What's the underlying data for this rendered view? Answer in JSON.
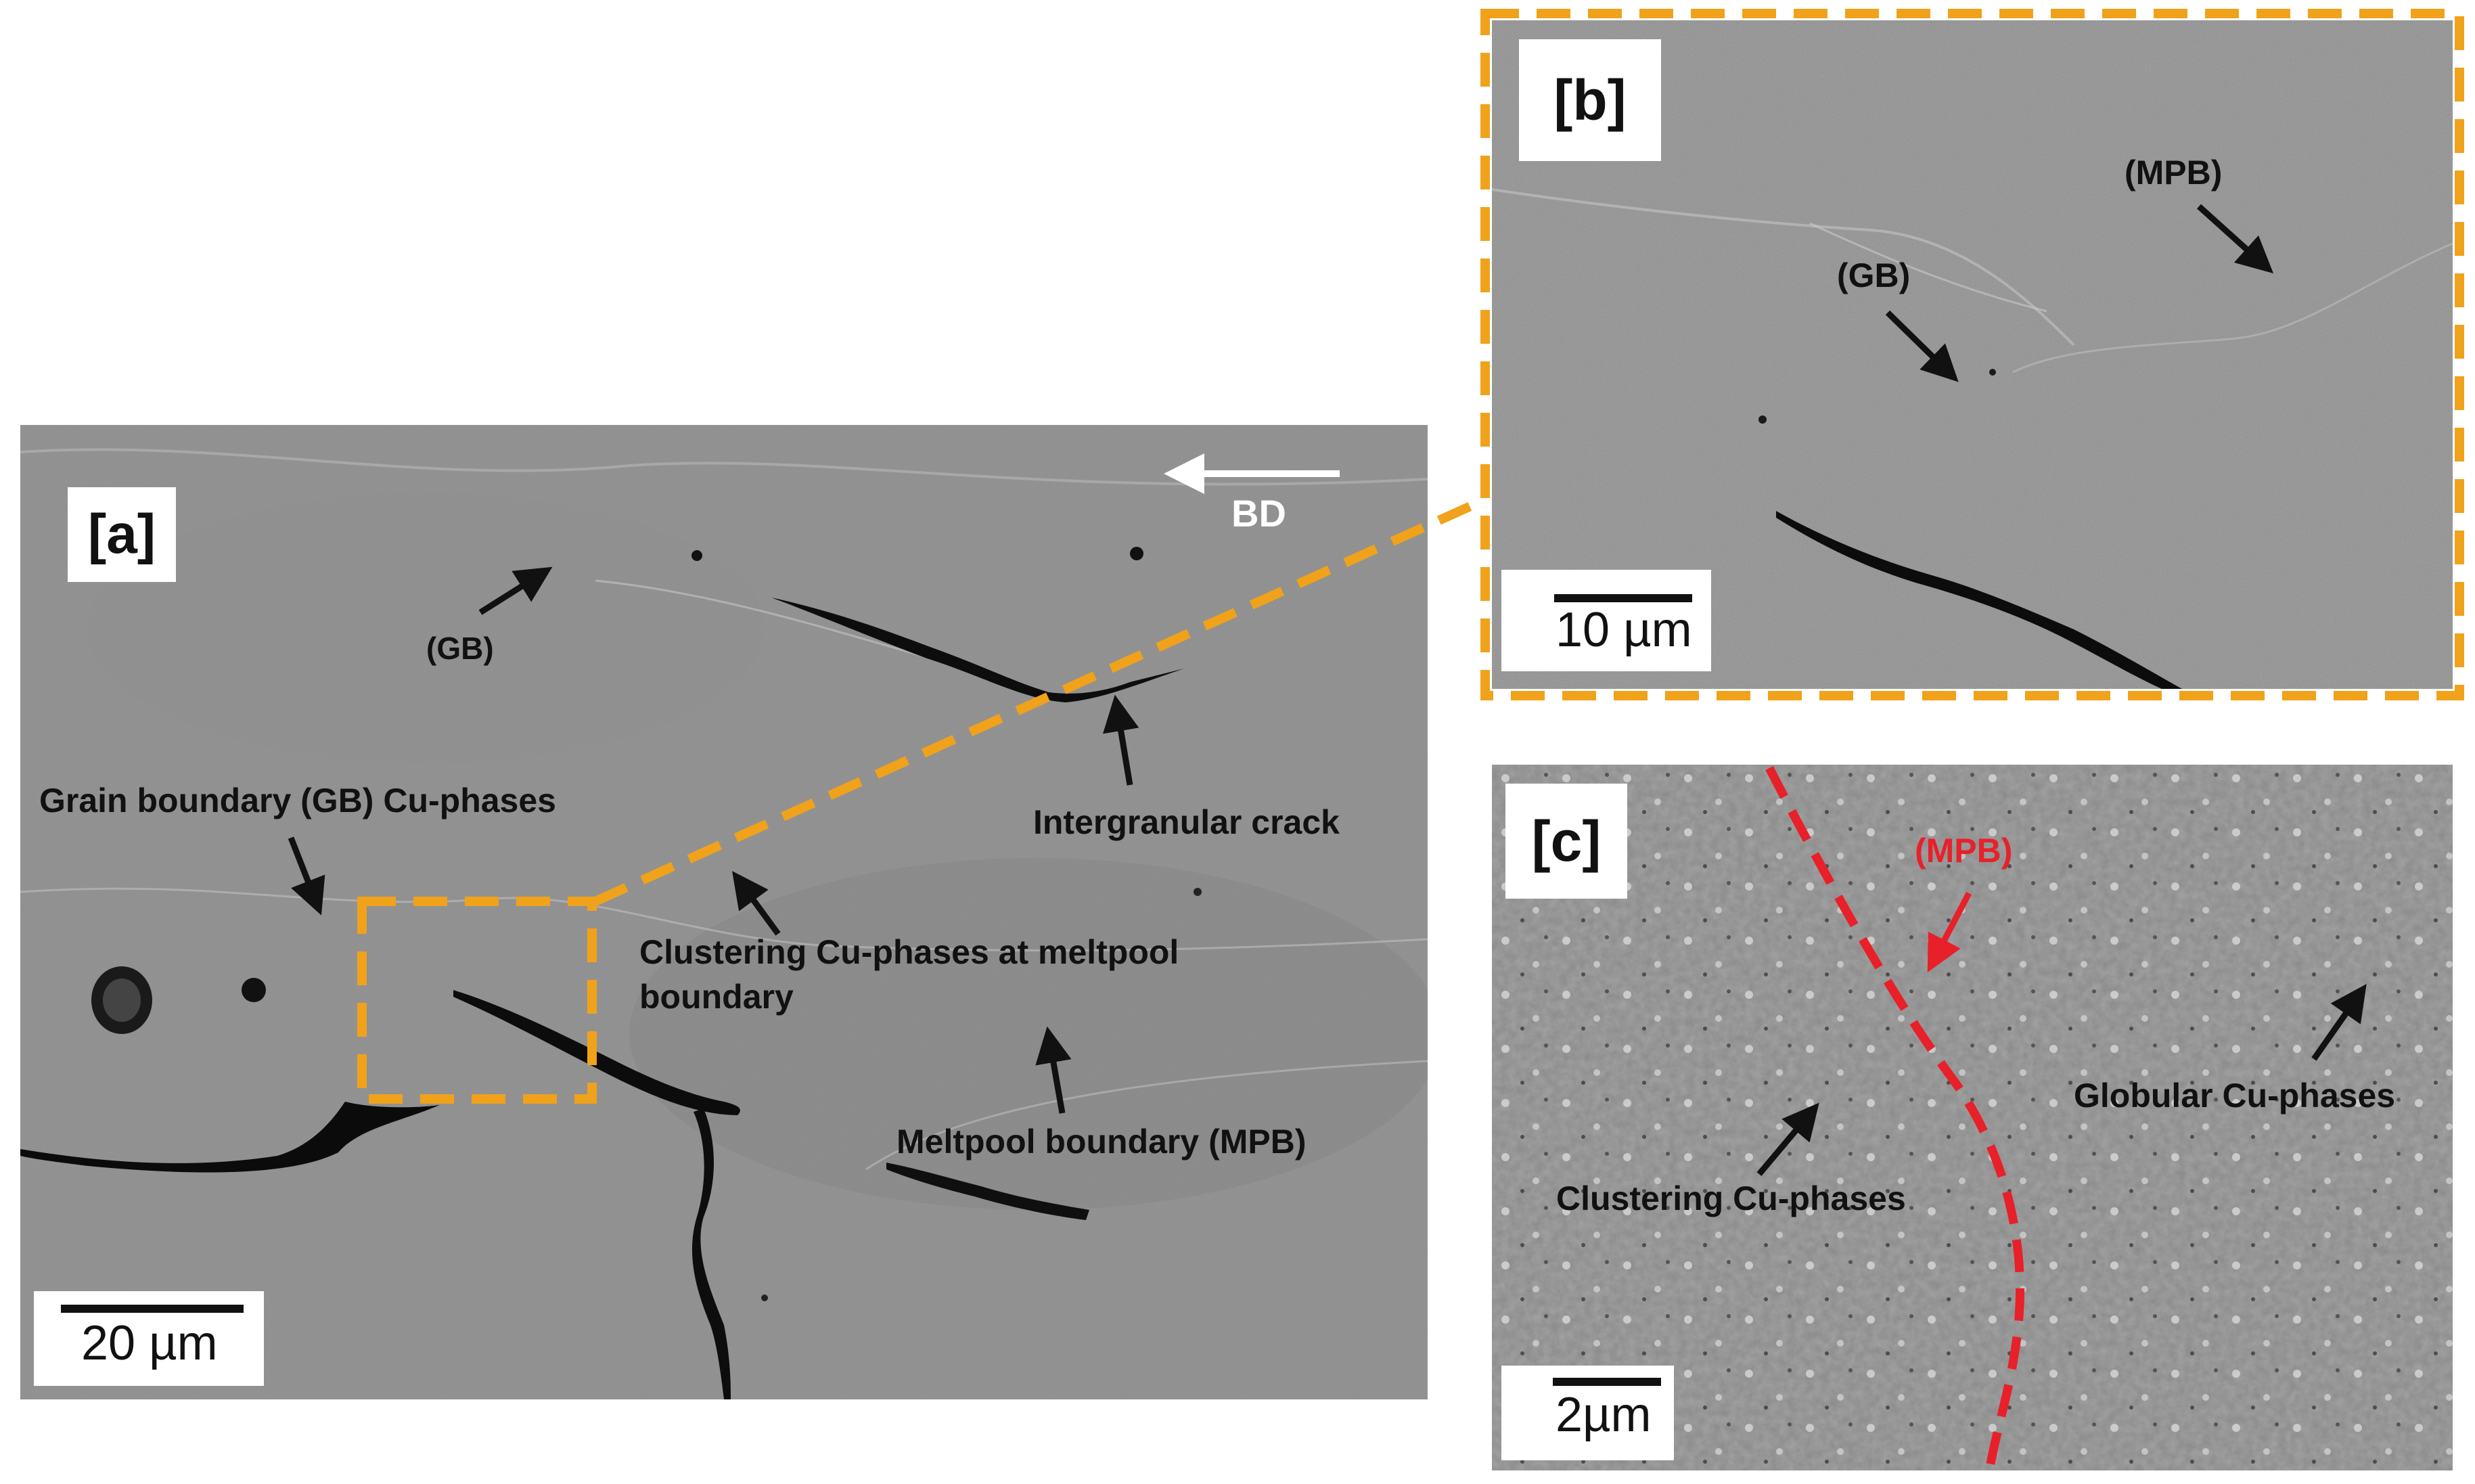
{
  "figure": {
    "panel_a": {
      "label": "[a]",
      "direction_label": "BD",
      "scale_label": "20 µm",
      "annotations": {
        "gb": "(GB)",
        "gb_cu": "Grain boundary (GB) Cu-phases",
        "crack": "Intergranular crack",
        "cluster_line1": "Clustering Cu-phases at meltpool",
        "cluster_line2": "boundary",
        "mpb": "Meltpool boundary (MPB)"
      }
    },
    "panel_b": {
      "label": "[b]",
      "scale_label": "10 µm",
      "annotations": {
        "mpb": "(MPB)",
        "gb": "(GB)"
      }
    },
    "panel_c": {
      "label": "[c]",
      "scale_label": "2µm",
      "annotations": {
        "mpb": "(MPB)",
        "globular": "Globular Cu-phases",
        "clustering": "Clustering Cu-phases"
      }
    },
    "colors": {
      "highlight": "#f0a21b",
      "mpb_line": "#e8202a",
      "arrow": "#111111"
    }
  }
}
